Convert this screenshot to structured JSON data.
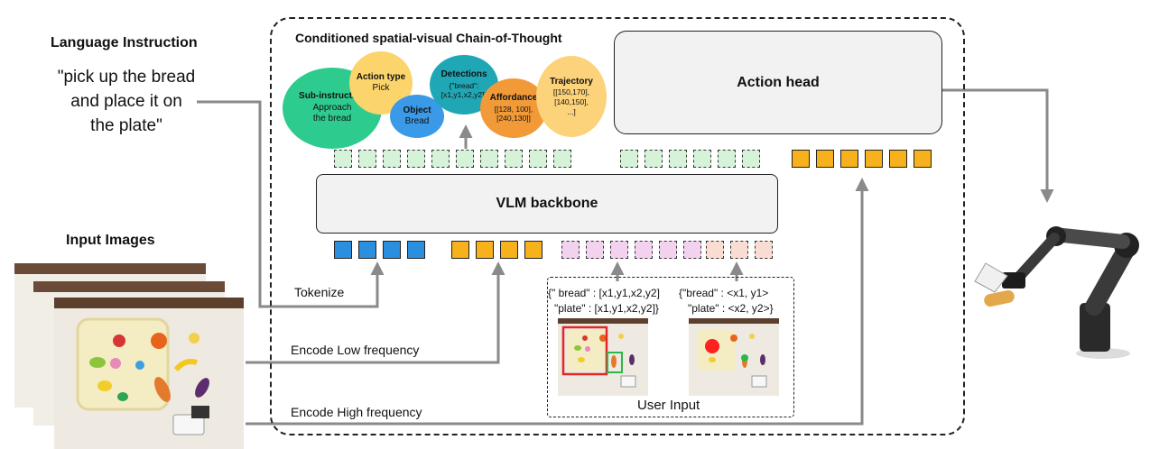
{
  "language_instruction": {
    "title": "Language Instruction",
    "lines": [
      "\"pick up the bread",
      "and place it on",
      "the plate\""
    ]
  },
  "input_images": {
    "title": "Input Images"
  },
  "labels": {
    "tokenize": "Tokenize",
    "encode_low": "Encode  Low frequency",
    "encode_high": "Encode  High frequency"
  },
  "cot": {
    "title": "Conditioned spatial-visual Chain-of-Thought",
    "bubbles": {
      "subinstruction": {
        "title": "Sub-instruction",
        "lines": [
          "Approach",
          "the bread"
        ],
        "color": "#2ecb8e"
      },
      "action_type": {
        "title": "Action type",
        "lines": [
          "Pick"
        ],
        "color": "#fbd46c"
      },
      "object": {
        "title": "Object",
        "lines": [
          "Bread"
        ],
        "color": "#3b9ae8"
      },
      "detections": {
        "title": "Detections",
        "lines": [
          "{\"bread\":",
          "[x1,y1,x2,y2]}"
        ],
        "color": "#1fa7b5"
      },
      "affordance": {
        "title": "Affordance",
        "lines": [
          "[[128, 100],",
          "[240,130]]"
        ],
        "color": "#f29a38"
      },
      "trajectory": {
        "title": "Trajectory",
        "lines": [
          "[[150,170],",
          "[140,150],",
          "...]"
        ],
        "color": "#fcd27a"
      }
    }
  },
  "modules": {
    "action_head": "Action head",
    "vlm_backbone": "VLM backbone"
  },
  "user_input": {
    "title": "User Input",
    "bbox_lines": [
      "{\" bread\" : [x1,y1,x2,y2]",
      "\"plate\" : [x1,y1,x2,y2]}"
    ],
    "point_lines": [
      "{\"bread\" : <x1, y1>",
      "\"plate\" : <x2, y2>}"
    ]
  },
  "colors": {
    "green_token": "#d6f2d8",
    "blue_token": "#2a8fdc",
    "orange_token": "#f6b11c",
    "pink_token": "#f2d2ee",
    "peach_token": "#f9ddd2",
    "arrow": "#8a8a8a",
    "box_fill": "#f2f2f2"
  }
}
